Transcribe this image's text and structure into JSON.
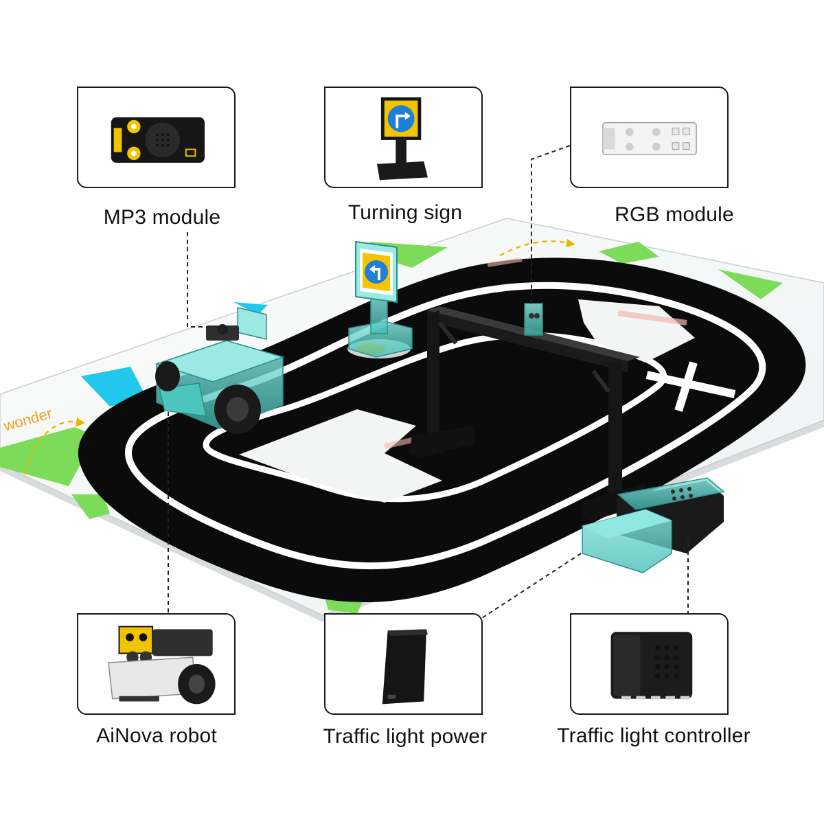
{
  "components": {
    "mp3_module": {
      "label": "MP3 module",
      "icon": "mp3-module-icon"
    },
    "turning_sign": {
      "label": "Turning sign",
      "icon": "turning-sign-icon"
    },
    "rgb_module": {
      "label": "RGB module",
      "icon": "rgb-module-icon"
    },
    "ainova_robot": {
      "label": "AiNova robot",
      "icon": "robot-car-icon"
    },
    "traffic_light_power": {
      "label": "Traffic light power",
      "icon": "battery-pack-icon"
    },
    "traffic_light_controller": {
      "label": "Traffic light controller",
      "icon": "controller-box-icon"
    }
  },
  "colors": {
    "track": "#0b0b0b",
    "lane_line": "#ffffff",
    "mat": "#f7f9f9",
    "grass": "#7ddb5a",
    "water": "#22c7ee",
    "highlight": "#5fd6cf",
    "card_border": "#1a1a1a",
    "sign_blue": "#1f7fd6",
    "sign_yellow": "#f5c400"
  }
}
